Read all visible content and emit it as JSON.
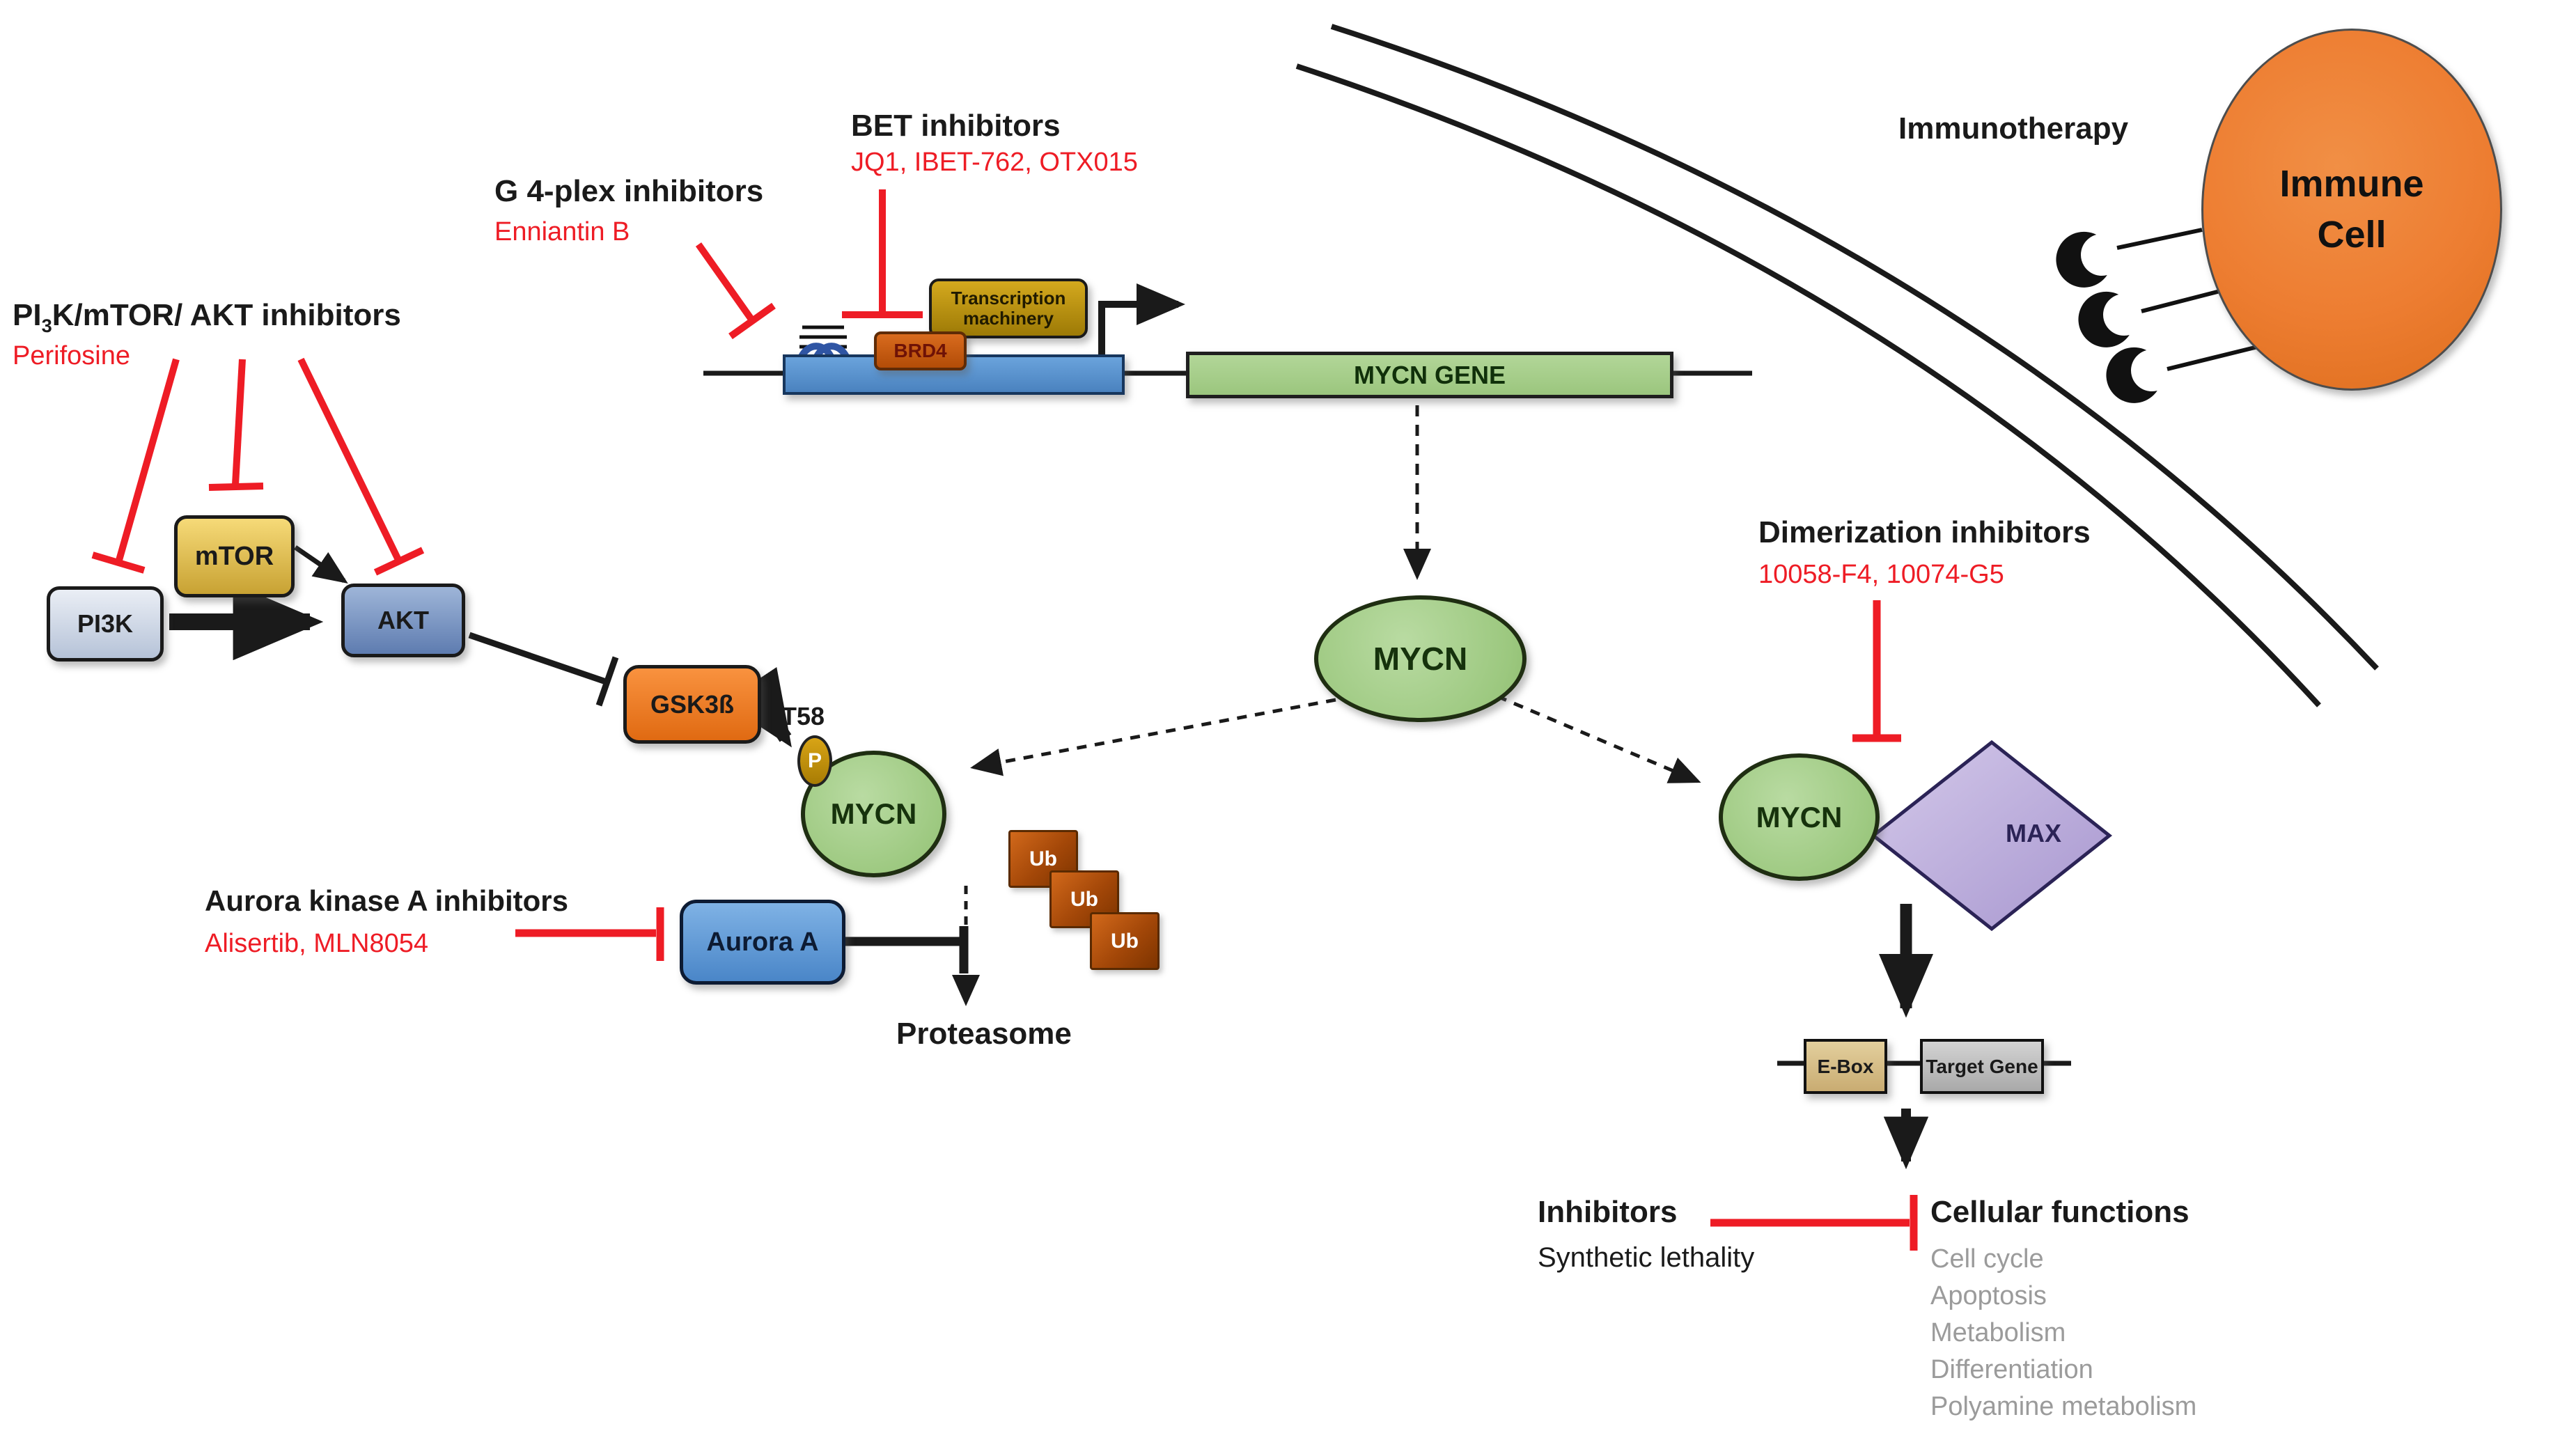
{
  "canvas": {
    "bg": "#ffffff"
  },
  "colors": {
    "inhibition_red": "#ee1c25",
    "green_node": "#a9d18e",
    "blue_node": "#5b9bd5",
    "orange_node": "#ed7d31",
    "gold_node": "#bf9000",
    "brown_ub": "#a34708",
    "purple_node": "#b4a7d6",
    "gray_list_text": "#9b9b9b",
    "immune_cell_fill": "#ed7d31"
  },
  "annotations": {
    "pi3k_akt": {
      "title_pre": "PI",
      "title_sub": "3",
      "title_post": "K/mTOR/ AKT inhibitors",
      "drugs": "Perifosine"
    },
    "g4plex": {
      "title": "G 4-plex inhibitors",
      "drugs": "Enniantin B"
    },
    "bet": {
      "title": "BET inhibitors",
      "drugs": "JQ1, IBET-762, OTX015"
    },
    "aurora": {
      "title": "Aurora kinase A inhibitors",
      "drugs": "Alisertib, MLN8054"
    },
    "dimerization": {
      "title": "Dimerization inhibitors",
      "drugs": "10058-F4, 10074-G5"
    },
    "synthetic_lethality": {
      "title": "Inhibitors",
      "subtitle": "Synthetic lethality"
    },
    "immunotherapy": "Immunotherapy",
    "proteasome": "Proteasome",
    "t58_site": "T58",
    "phospho": "P"
  },
  "nodes": {
    "pi3k": "PI3K",
    "mtor": "mTOR",
    "akt": "AKT",
    "gsk3b": "GSK3ß",
    "aurora_a": "Aurora A",
    "brd4": "BRD4",
    "transcription_machinery_line1": "Transcription",
    "transcription_machinery_line2": "machinery",
    "mycn_gene": "MYCN GENE",
    "mycn": "MYCN",
    "max": "MAX",
    "ub": "Ub",
    "ebox": "E-Box",
    "target_gene": "Target Gene",
    "immune_cell_line1": "Immune",
    "immune_cell_line2": "Cell"
  },
  "cellular_functions": {
    "title": "Cellular functions",
    "items": [
      "Cell cycle",
      "Apoptosis",
      "Metabolism",
      "Differentiation",
      "Polyamine metabolism"
    ]
  }
}
